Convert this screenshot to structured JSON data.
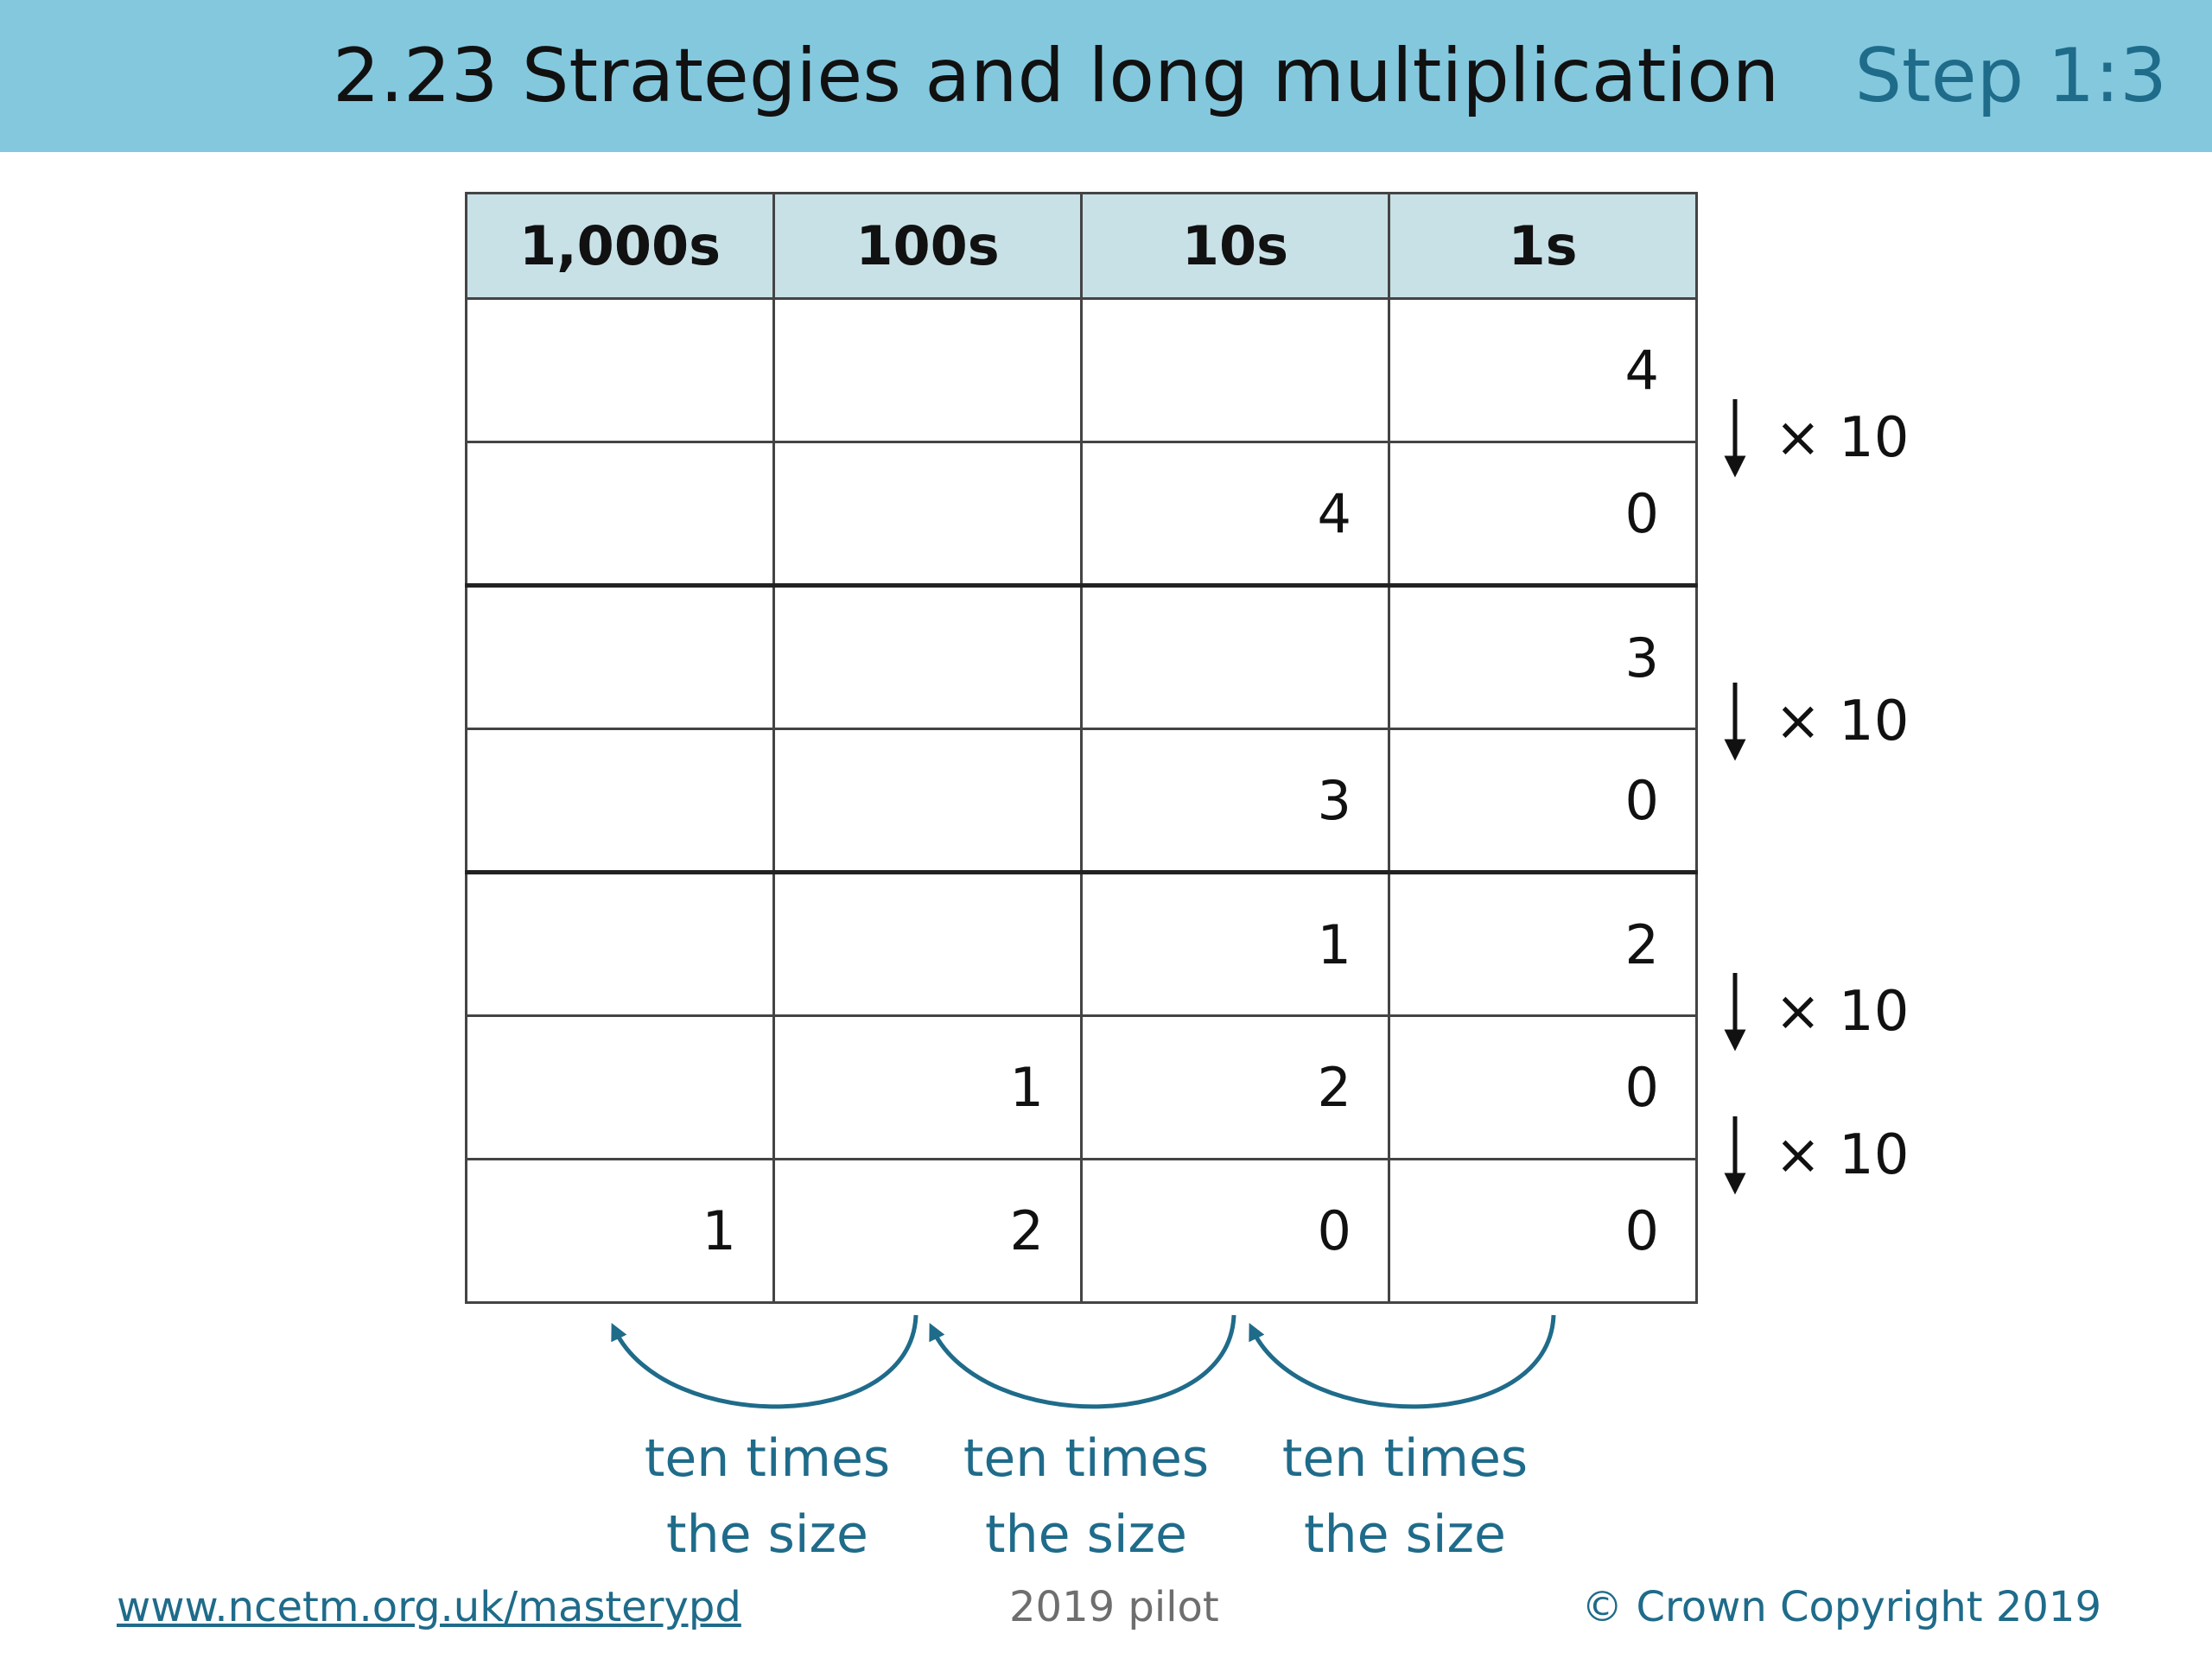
{
  "header": {
    "title": "2.23 Strategies and long multiplication",
    "step": "Step 1:3"
  },
  "table": {
    "columns": [
      "1,000s",
      "100s",
      "10s",
      "1s"
    ],
    "rows": [
      [
        "",
        "",
        "",
        "4"
      ],
      [
        "",
        "",
        "4",
        "0"
      ],
      [
        "",
        "",
        "",
        "3"
      ],
      [
        "",
        "",
        "3",
        "0"
      ],
      [
        "",
        "",
        "1",
        "2"
      ],
      [
        "",
        "1",
        "2",
        "0"
      ],
      [
        "1",
        "2",
        "0",
        "0"
      ]
    ]
  },
  "multipliers": [
    "× 10",
    "× 10",
    "× 10",
    "× 10"
  ],
  "arrow_labels": [
    {
      "line1": "ten times",
      "line2": "the size"
    },
    {
      "line1": "ten times",
      "line2": "the size"
    },
    {
      "line1": "ten times",
      "line2": "the size"
    }
  ],
  "colors": {
    "header_bg": "#84c8de",
    "table_header_bg": "#c8e1e7",
    "accent": "#1f6b8a"
  },
  "footer": {
    "link": "www.ncetm.org.uk/masterypd",
    "pilot": "2019 pilot",
    "copyright": "© Crown Copyright 2019"
  }
}
